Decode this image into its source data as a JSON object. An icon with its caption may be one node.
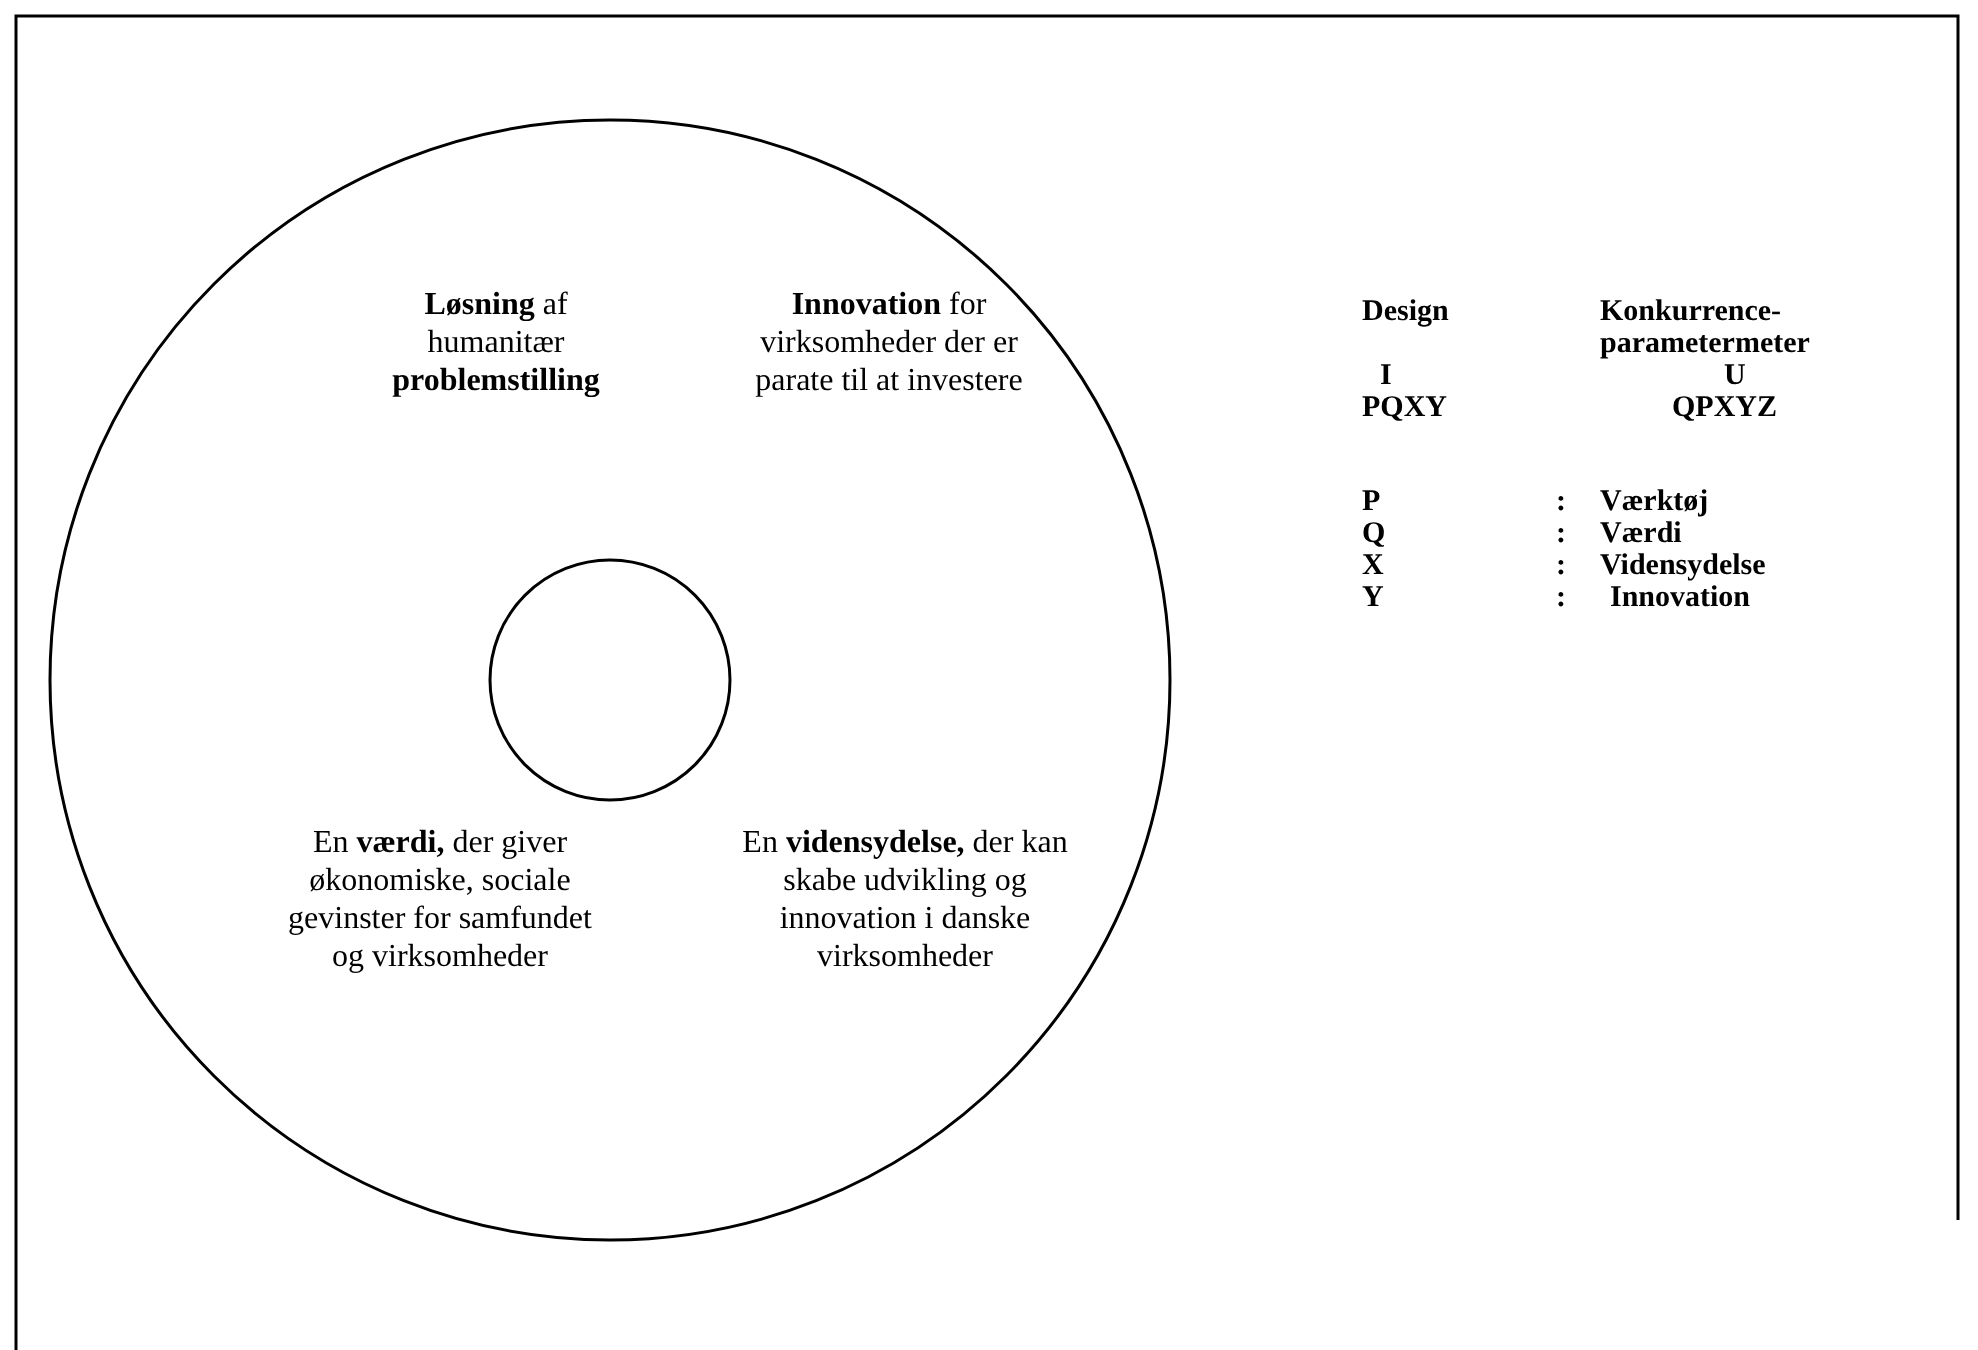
{
  "diagram": {
    "nodes": [
      {
        "text": [
          "**Løsning** af humanitær **problemstilling**",
          "**Innovation** for virksomheder der er parate til at investere",
          "En **værdi,** der giver økonomiske, sociale gevinster for samfundet og virksomheder",
          "En **vidensydelse,** der kan skabe udvikling og innovation i danske virksomheder"
        ]
      },
      {
        "text": [],
        "shape": "circle",
        "in": 0
      }
    ],
    "labels": [
      "Design",
      "Konkurrence-parametermeter",
      "I",
      "U",
      "PQXY",
      "QPXYZ",
      "P",
      ":",
      "Værktøj",
      "Q",
      ":",
      "Værdi",
      "X",
      ":",
      "Vidensydelse",
      "Y",
      ":",
      "Innovation"
    ]
  }
}
